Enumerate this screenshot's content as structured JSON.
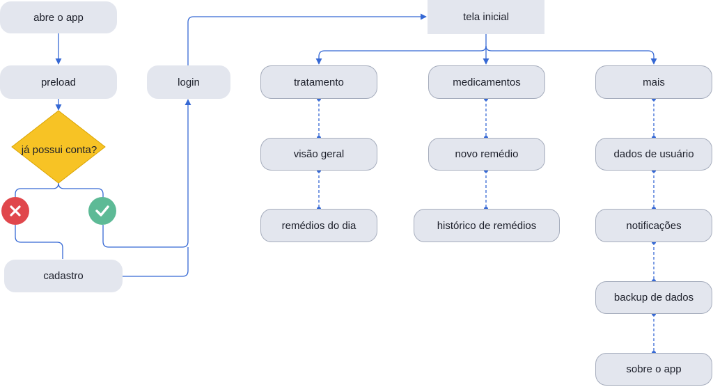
{
  "colors": {
    "node_fill": "#e3e6ee",
    "node_outline": "#a5acbc",
    "connector": "#3568d4",
    "decision_fill": "#f7c325",
    "decision_stroke": "#d9a300",
    "no": "#e0474c",
    "yes": "#5dba96"
  },
  "flow": {
    "abre_app": "abre o app",
    "preload": "preload",
    "decision": "já possui conta?",
    "no_icon": "close-icon",
    "yes_icon": "check-icon",
    "cadastro": "cadastro",
    "login": "login",
    "tela_inicial": "tela inicial"
  },
  "branches": {
    "tratamento": {
      "title": "tratamento",
      "items": [
        "visão geral",
        "remédios do dia"
      ]
    },
    "medicamentos": {
      "title": "medicamentos",
      "items": [
        "novo remédio",
        "histórico de remédios"
      ]
    },
    "mais": {
      "title": "mais",
      "items": [
        "dados de usuário",
        "notificações",
        "backup de dados",
        "sobre o app"
      ]
    }
  }
}
